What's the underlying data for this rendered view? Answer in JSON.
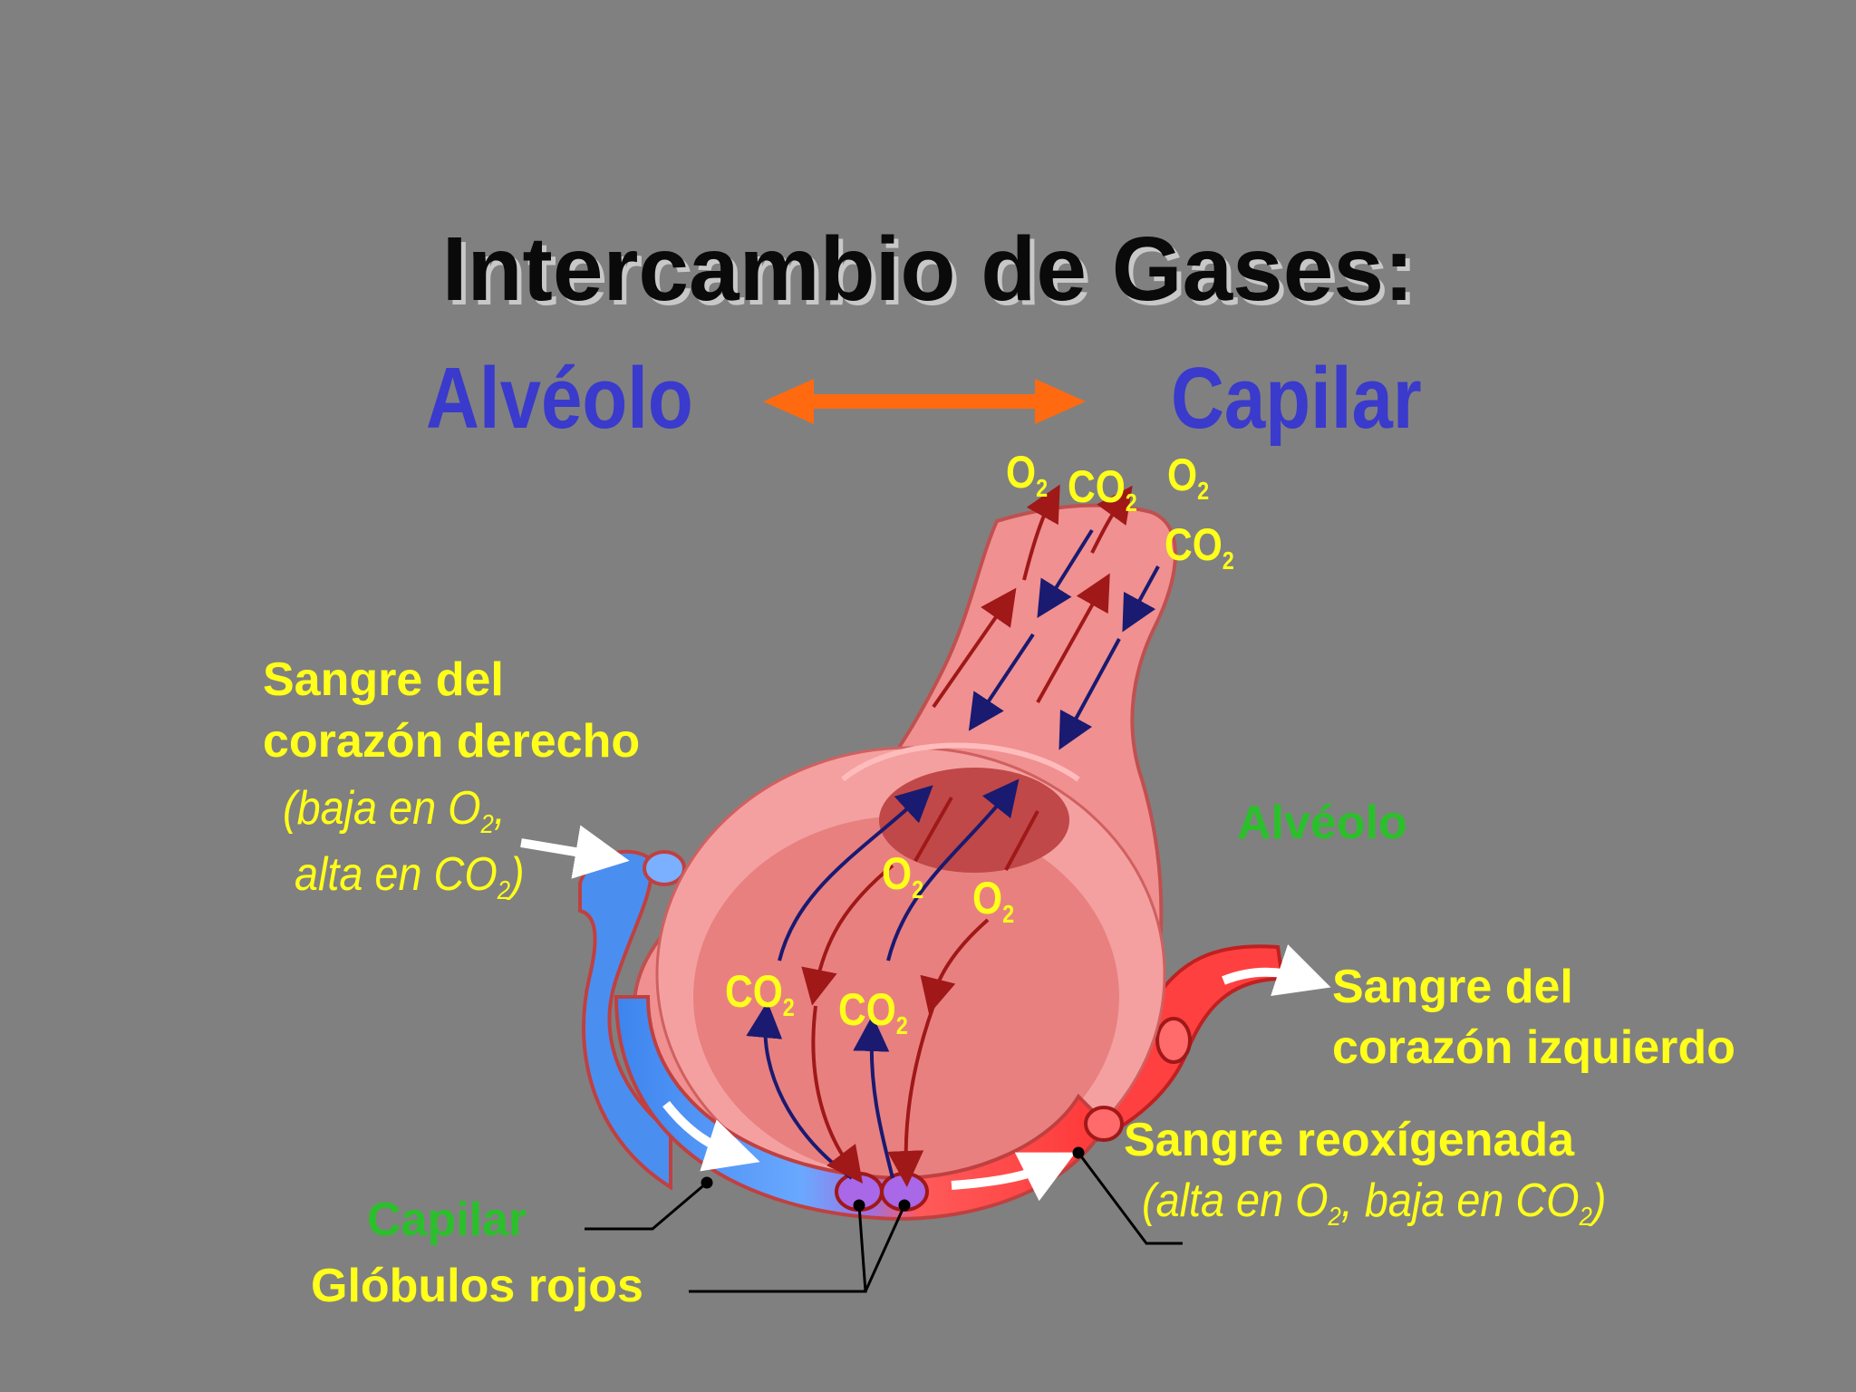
{
  "title": "Intercambio de Gases:",
  "header": {
    "left_label": "Alvéolo",
    "right_label": "Capilar",
    "arrow_color": "#ff6a10"
  },
  "gas_labels": {
    "o2": "O",
    "co2": "CO",
    "subscript": "2"
  },
  "left_annotation": {
    "line1": "Sangre del",
    "line2": "corazón derecho",
    "detail1_prefix": "(baja en O",
    "detail1_suffix": ",",
    "detail2_prefix": "alta en CO",
    "detail2_suffix": ")"
  },
  "alveolus_label": "Alvéolo",
  "right_annotation": {
    "line1": "Sangre del",
    "line2": "corazón izquierdo"
  },
  "reoxygenated": {
    "line1": "Sangre reoxígenada",
    "detail_prefix": "(alta en O",
    "detail_middle": ", baja en CO",
    "detail_suffix": ")"
  },
  "capillary_label": "Capilar",
  "red_cells_label": "Glóbulos rojos",
  "colors": {
    "background": "#808080",
    "title": "#0a0a0a",
    "blue_text": "#3a3acc",
    "yellow_text": "#ffff1a",
    "green_text": "#2bc02b",
    "deoxygenated_blood": "#4a8ff0",
    "oxygenated_blood": "#ff4040",
    "alveolus_tissue": "#f09090"
  }
}
